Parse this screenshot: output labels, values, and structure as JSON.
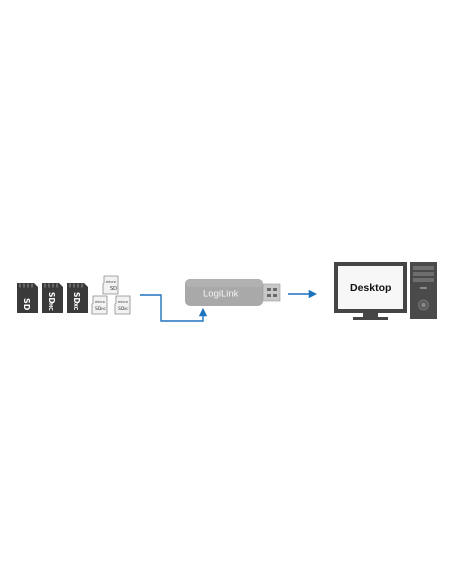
{
  "reader": {
    "brand": "LogiLink"
  },
  "computer": {
    "screen_label": "Desktop"
  },
  "cards": {
    "sd": "SD",
    "sdhc": "SD",
    "sdhc_sub": "HC",
    "sdxc": "SD",
    "sdxc_sub": "XC",
    "micro_sd": "SD",
    "micro_sdhc": "SD",
    "micro_sdhc_sub": "HC",
    "micro_sdxc": "SD",
    "micro_sdxc_sub": "XC"
  },
  "colors": {
    "connector": "#1e73be",
    "card_body": "#3a3a3a",
    "reader_body": "#a9a9a9",
    "usb_plug": "#c8c8c8",
    "monitor_frame": "#454545",
    "tower": "#4a4a4a"
  }
}
